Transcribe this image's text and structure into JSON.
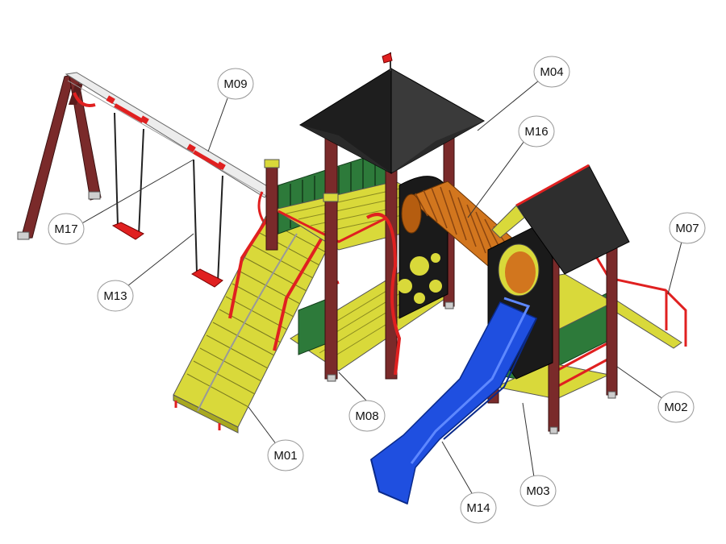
{
  "diagram": {
    "callouts": [
      {
        "id": "m09",
        "label": "M09"
      },
      {
        "id": "m17",
        "label": "M17"
      },
      {
        "id": "m13",
        "label": "M13"
      },
      {
        "id": "m04",
        "label": "M04"
      },
      {
        "id": "m16",
        "label": "M16"
      },
      {
        "id": "m07",
        "label": "M07"
      },
      {
        "id": "m02",
        "label": "M02"
      },
      {
        "id": "m08",
        "label": "M08"
      },
      {
        "id": "m01",
        "label": "M01"
      },
      {
        "id": "m14",
        "label": "M14"
      },
      {
        "id": "m03",
        "label": "M03"
      }
    ],
    "colors": {
      "post": "#7a2a2a",
      "deck": "#d9d93a",
      "rail": "#e02020",
      "panel": "#2d7a3a",
      "roof": "#2e2e2e",
      "slide": "#1f4fe0",
      "tunnel": "#d2761e",
      "beam": "#e8e8e8"
    }
  }
}
